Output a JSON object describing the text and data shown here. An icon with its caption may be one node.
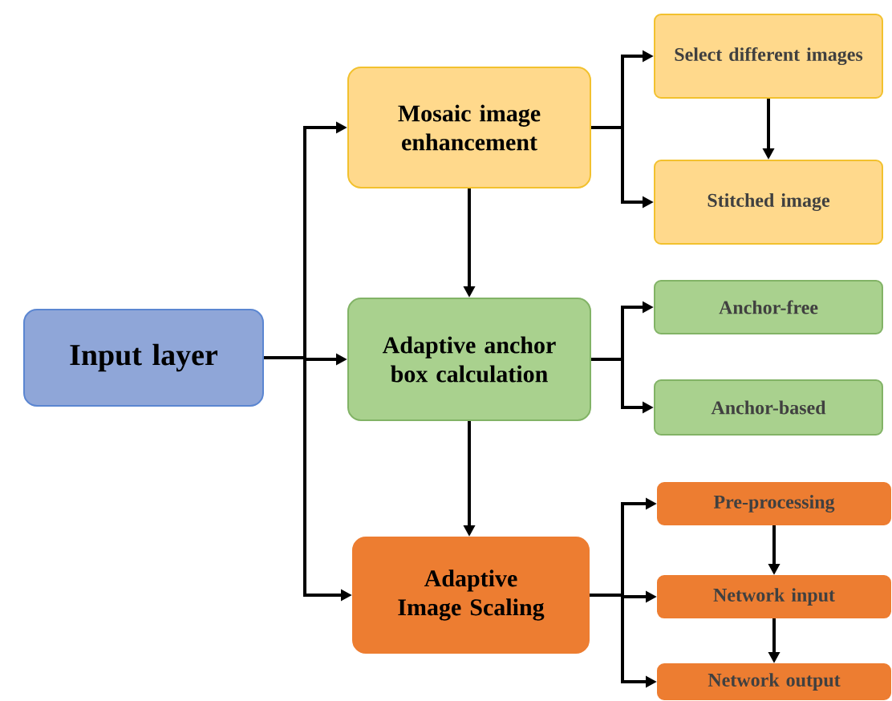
{
  "diagram": {
    "nodes": [
      {
        "text": [
          "Input layer"
        ]
      },
      {
        "text": [
          "Mosaic image enhancement"
        ]
      },
      {
        "text": [
          "Adaptive anchor box calculation"
        ]
      },
      {
        "text": [
          "Adaptive Image Scaling"
        ]
      },
      {
        "text": [
          "Select different images"
        ]
      },
      {
        "text": [
          "Stitched image"
        ]
      },
      {
        "text": [
          "Anchor-free"
        ]
      },
      {
        "text": [
          "Anchor-based"
        ]
      },
      {
        "text": [
          "Pre-processing"
        ]
      },
      {
        "text": [
          "Network input"
        ]
      },
      {
        "text": [
          "Network output"
        ]
      }
    ],
    "edges": [
      {
        "from": 0,
        "to": 1,
        "arrow": "to"
      },
      {
        "from": 0,
        "to": 2,
        "arrow": "to"
      },
      {
        "from": 0,
        "to": 3,
        "arrow": "to"
      },
      {
        "from": 1,
        "to": 2,
        "arrow": "to"
      },
      {
        "from": 2,
        "to": 3,
        "arrow": "to"
      },
      {
        "from": 1,
        "to": 4,
        "arrow": "to"
      },
      {
        "from": 1,
        "to": 5,
        "arrow": "to"
      },
      {
        "from": 4,
        "to": 5,
        "arrow": "to"
      },
      {
        "from": 2,
        "to": 6,
        "arrow": "to"
      },
      {
        "from": 2,
        "to": 7,
        "arrow": "to"
      },
      {
        "from": 3,
        "to": 8,
        "arrow": "to"
      },
      {
        "from": 3,
        "to": 9,
        "arrow": "to"
      },
      {
        "from": 3,
        "to": 10,
        "arrow": "to"
      },
      {
        "from": 8,
        "to": 9,
        "arrow": "to"
      },
      {
        "from": 9,
        "to": 10,
        "arrow": "to"
      }
    ]
  }
}
